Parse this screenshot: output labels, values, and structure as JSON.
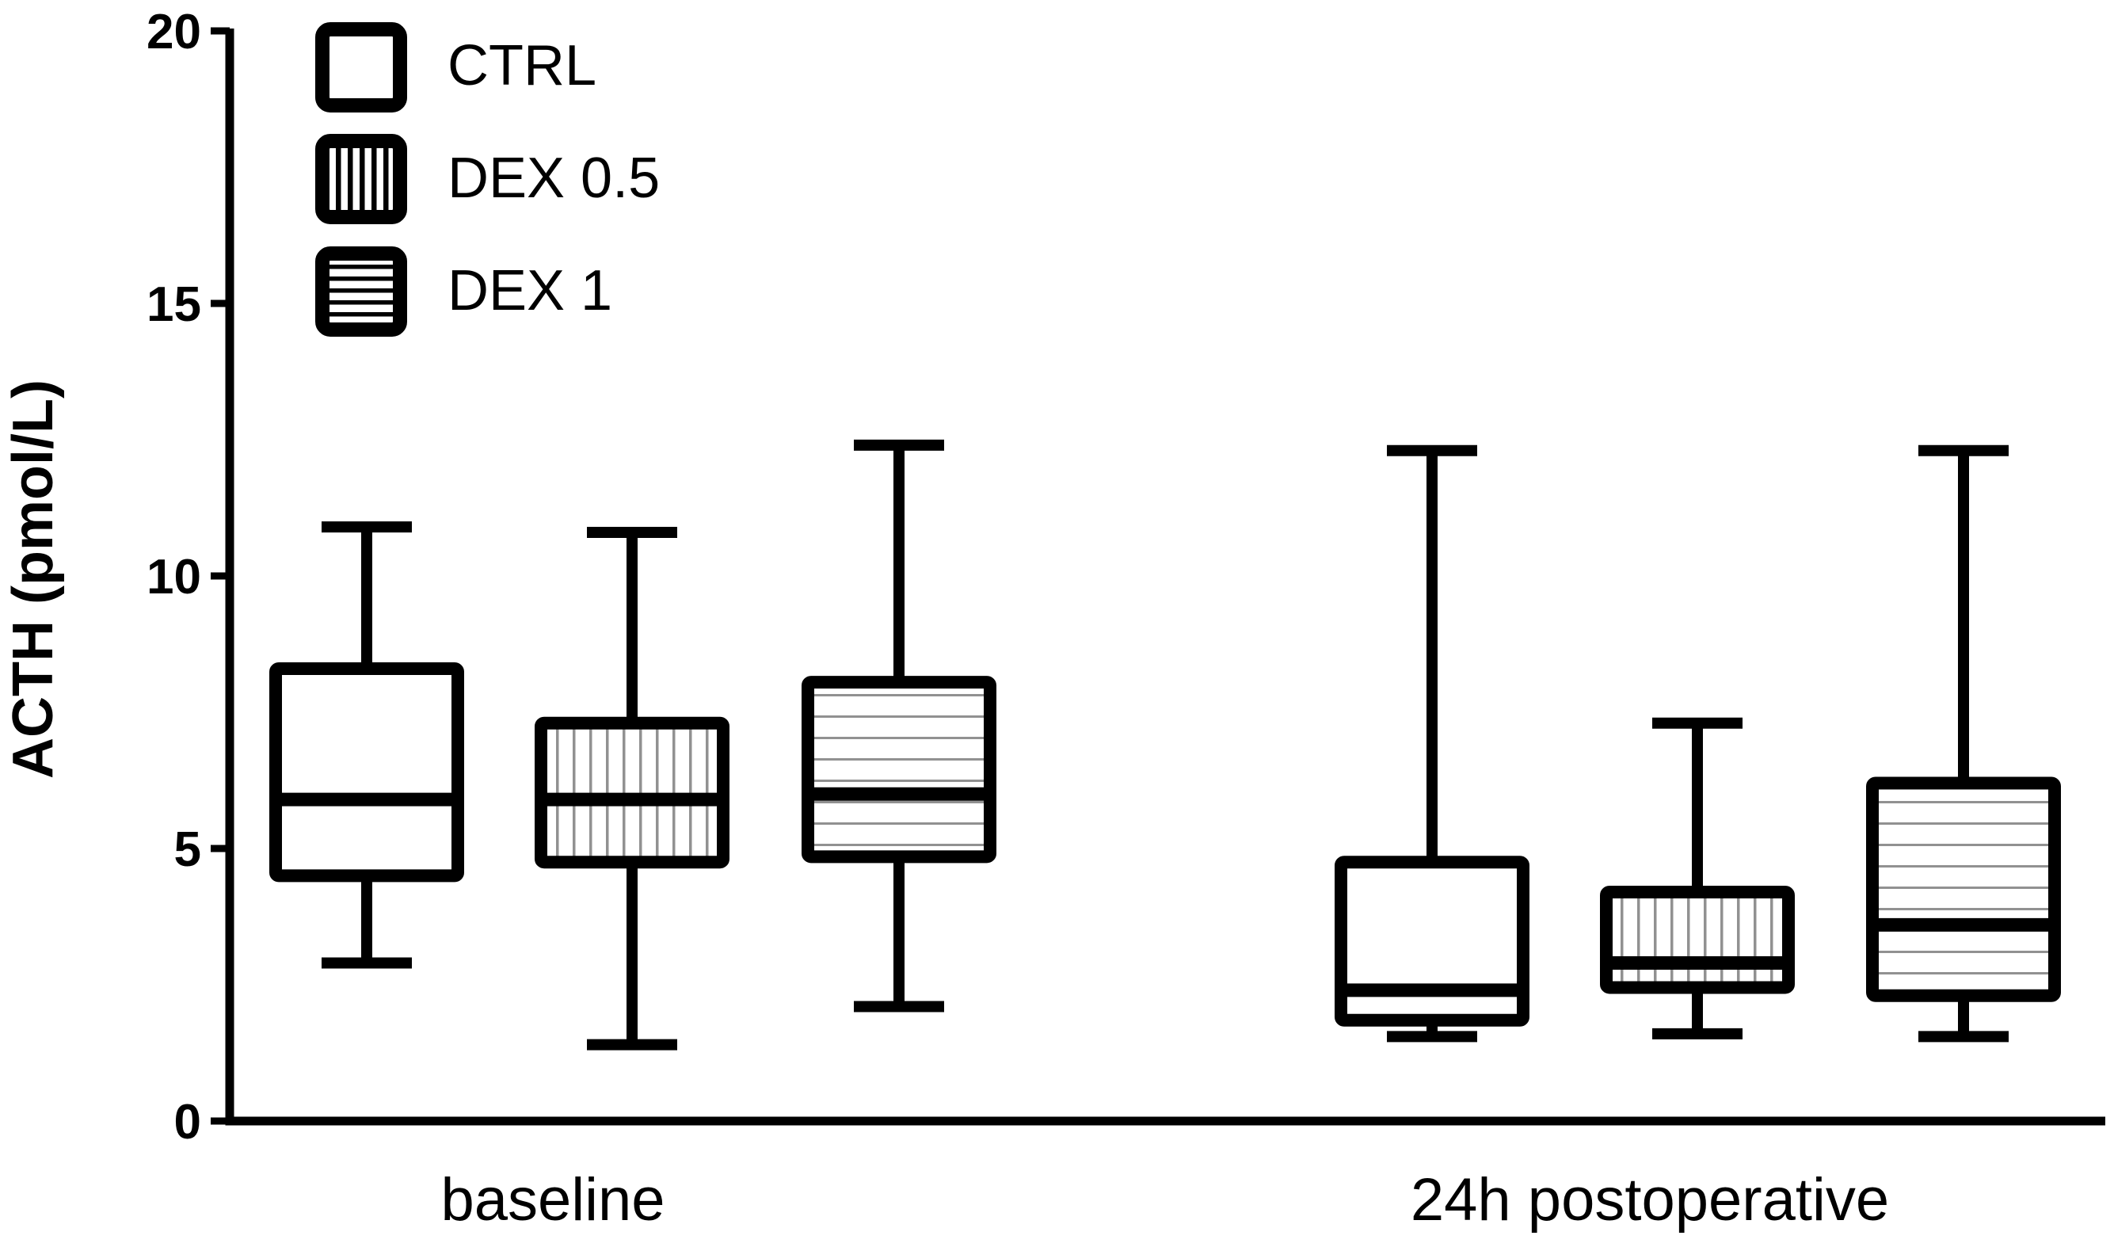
{
  "figure": {
    "background": "#ffffff",
    "ink_color": "#000000",
    "box_stripe_color": "#919191"
  },
  "chart_data": {
    "type": "box",
    "title": "",
    "xlabel": "",
    "ylabel": "ACTH (pmol/L)",
    "ylim": [
      0,
      20
    ],
    "yticks": [
      0,
      5,
      10,
      15,
      20
    ],
    "grid": false,
    "legend_position": "upper-left-inside",
    "legend_entries": [
      "CTRL",
      "DEX 0.5",
      "DEX 1"
    ],
    "categories": [
      "baseline",
      "24h postoperative"
    ],
    "series": [
      {
        "name": "CTRL",
        "pattern": "plain",
        "boxes": [
          {
            "category": "baseline",
            "whisker_low": 2.9,
            "q1": 4.5,
            "median": 5.9,
            "q3": 8.3,
            "whisker_high": 10.9
          },
          {
            "category": "24h postoperative",
            "whisker_low": 1.55,
            "q1": 1.85,
            "median": 2.4,
            "q3": 4.75,
            "whisker_high": 12.3
          }
        ]
      },
      {
        "name": "DEX 0.5",
        "pattern": "vertical-stripes",
        "boxes": [
          {
            "category": "baseline",
            "whisker_low": 1.4,
            "q1": 4.75,
            "median": 5.9,
            "q3": 7.3,
            "whisker_high": 10.8
          },
          {
            "category": "24h postoperative",
            "whisker_low": 1.6,
            "q1": 2.45,
            "median": 2.9,
            "q3": 4.2,
            "whisker_high": 7.3
          }
        ]
      },
      {
        "name": "DEX 1",
        "pattern": "horizontal-stripes",
        "boxes": [
          {
            "category": "baseline",
            "whisker_low": 2.1,
            "q1": 4.85,
            "median": 6.0,
            "q3": 8.05,
            "whisker_high": 12.4
          },
          {
            "category": "24h postoperative",
            "whisker_low": 1.55,
            "q1": 2.3,
            "median": 3.6,
            "q3": 6.2,
            "whisker_high": 12.3
          }
        ]
      }
    ]
  }
}
